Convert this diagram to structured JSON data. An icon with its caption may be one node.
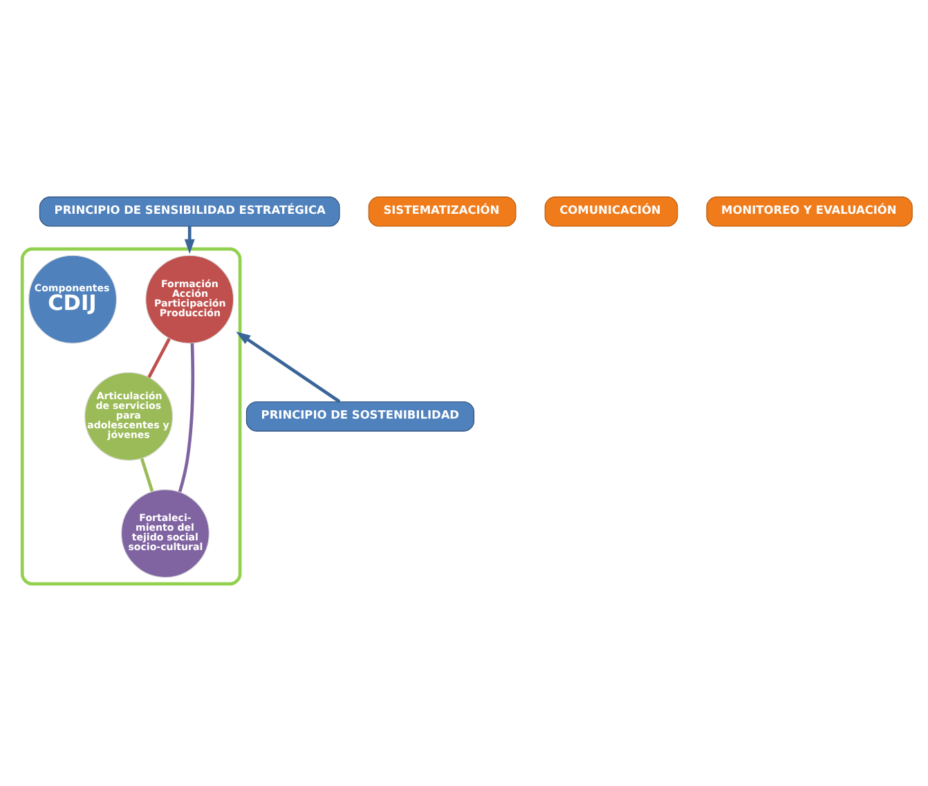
{
  "diagram": {
    "nodes": [
      {
        "text": [
          "PRINCIPIO DE SENSIBILIDAD ESTRATÉGICA"
        ]
      },
      {
        "text": [],
        "shape": "ellipse"
      },
      {
        "text": [
          "SISTEMATIZACIÓN"
        ]
      },
      {
        "text": [
          "Formación Acción Participación Producción"
        ],
        "in": 1
      },
      {
        "text": [
          "COMUNICACIÓN"
        ]
      },
      {
        "text": [
          "Componentes",
          "CDIJ"
        ],
        "in": 1
      },
      {
        "text": [
          "Articulación de servicios para adolescentes y jóvenes"
        ],
        "in": 1
      },
      {
        "text": [
          "Fortaleci- miento del tejido social socio-cultural"
        ],
        "in": 1
      },
      {
        "text": [
          "MONITOREO Y EVALUACIÓN"
        ]
      },
      {
        "text": [
          "PRINCIPIO DE SOSTENIBILIDAD"
        ]
      }
    ],
    "edges": [
      {
        "from": 0,
        "to": 1,
        "arrow": "to",
        "color": "#3a6599"
      },
      {
        "from": 3,
        "to": 6,
        "arrow": "none",
        "color": "#c0504d"
      },
      {
        "from": 6,
        "to": 7,
        "arrow": "none",
        "color": "#9bbb59"
      },
      {
        "from": 7,
        "to": 3,
        "arrow": "none",
        "color": "#8064a2"
      },
      {
        "from": 9,
        "to": 1,
        "arrow": "to",
        "color": "#3a6599"
      }
    ]
  }
}
